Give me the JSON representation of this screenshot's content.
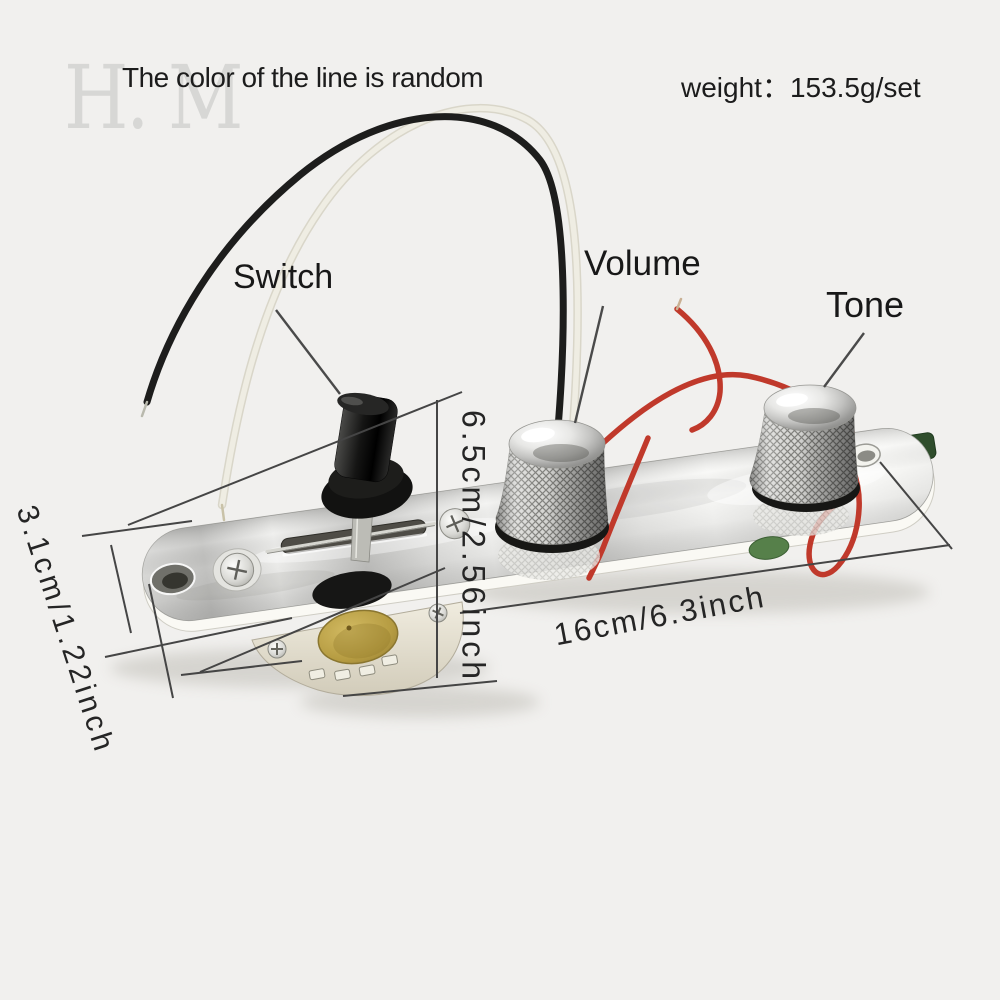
{
  "watermark": "H. M",
  "top": {
    "note": "The color of the line is random",
    "weight": "weight：153.5g/set"
  },
  "labels": {
    "switch": "Switch",
    "volume": "Volume",
    "tone": "Tone"
  },
  "dimensions": {
    "plate_height": "6.5cm/2.56inch",
    "plate_length": "16cm/6.3inch",
    "plate_width": "3.1cm/1.22inch"
  },
  "colors": {
    "background": "#f1f0ee",
    "text": "#1c1c1c",
    "watermark": "#d7d7d5",
    "annotation_line": "#454545",
    "pointer_line": "#4a4a4a",
    "wire_black": "#1d1d1c",
    "wire_white": "#efede3",
    "wire_red": "#c0392b",
    "chrome_highlight": "#ffffff",
    "chrome_shadow": "#9c9c9a",
    "knob_ring_black": "#171715",
    "brass": "#b69c42",
    "capacitor_green": "#56804a",
    "switch_tip_black": "#141413"
  }
}
